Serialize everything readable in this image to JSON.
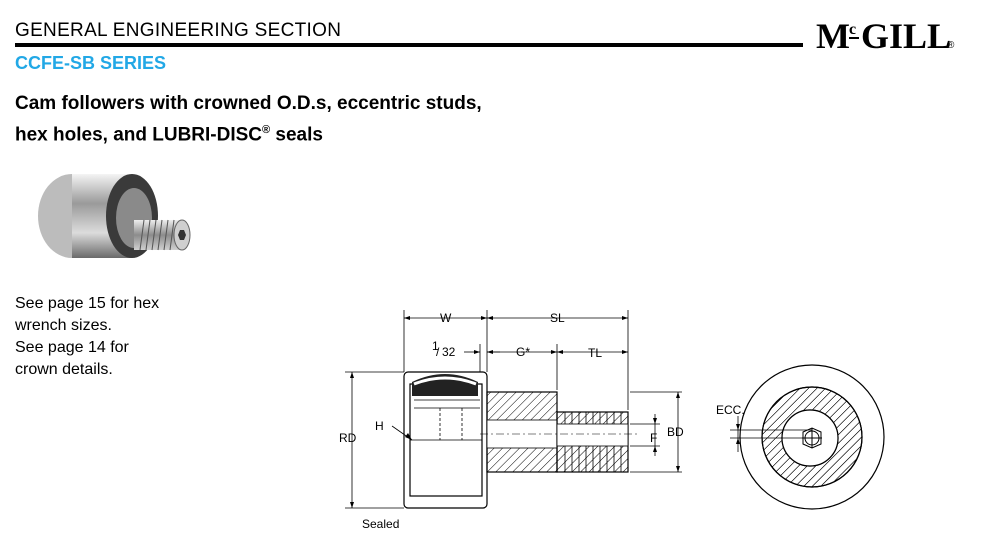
{
  "header": {
    "section_title": "GENERAL ENGINEERING SECTION",
    "brand": "McGILL",
    "brand_reg": "®"
  },
  "series_title": "CCFE-SB SERIES",
  "headline": {
    "line1": "Cam followers with crowned O.D.s, eccentric studs,",
    "line2_prefix": "hex holes, and LUBRI-DISC",
    "line2_reg": "®",
    "line2_suffix": " seals"
  },
  "notes": {
    "hex_line1": "See page 15 for hex",
    "hex_line2": "wrench sizes.",
    "crown_line1": "See page 14 for",
    "crown_line2": "crown details."
  },
  "drawing_labels": {
    "w": "W",
    "sl": "SL",
    "fraction_num": "1",
    "fraction_den": "32",
    "g": "G*",
    "tl": "TL",
    "rd": "RD",
    "h": "H",
    "bd": "BD",
    "f": "F",
    "ecc": "ECC.",
    "sealed": "Sealed"
  },
  "colors": {
    "series_accent": "#22a8e6",
    "rule": "#000000"
  }
}
